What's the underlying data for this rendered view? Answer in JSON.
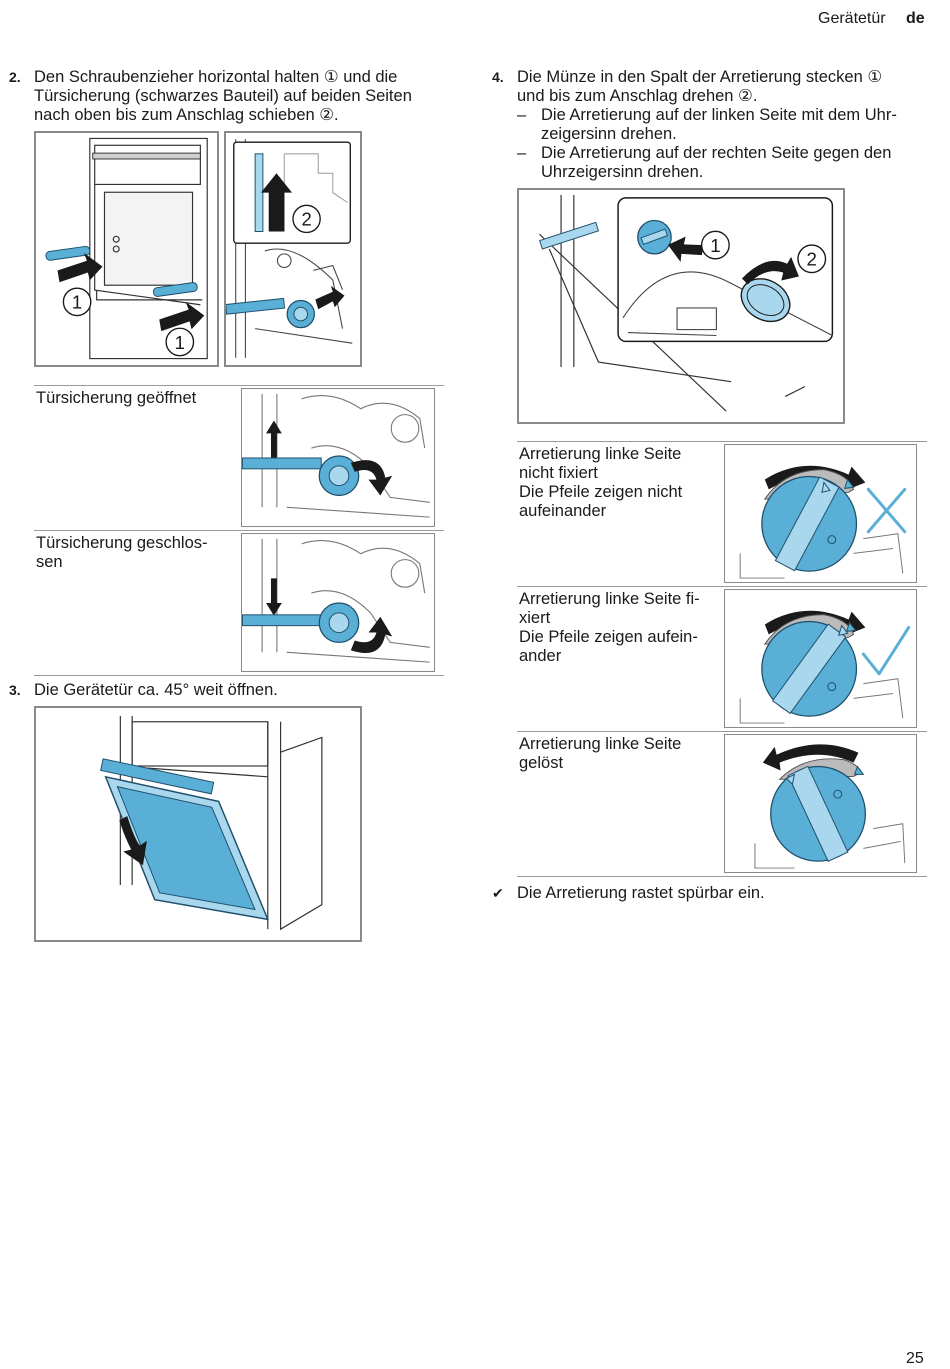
{
  "header": {
    "section": "Gerätetür",
    "lang": "de"
  },
  "step2": {
    "number": "2.",
    "lines": [
      "Den Schraubenzieher horizontal halten ① und die",
      "Türsicherung (schwarzes Bauteil) auf beiden Seiten",
      "nach oben bis zum Anschlag schieben ②."
    ],
    "callouts": [
      "1",
      "1",
      "2"
    ]
  },
  "lock_table": [
    {
      "label": [
        "Türsicherung geöffnet"
      ]
    },
    {
      "label": [
        "Türsicherung geschlos-",
        "sen"
      ]
    }
  ],
  "step3": {
    "number": "3.",
    "text": "Die Gerätetür ca. 45° weit öffnen."
  },
  "step4": {
    "number": "4.",
    "lines": [
      "Die Münze in den Spalt der Arretierung stecken ①",
      "und bis zum Anschlag drehen ②."
    ],
    "bullets": [
      {
        "dash": "–",
        "lines": [
          "Die Arretierung auf der linken Seite mit dem Uhr-",
          "zeigersinn drehen."
        ]
      },
      {
        "dash": "–",
        "lines": [
          "Die Arretierung auf der rechten Seite gegen den",
          "Uhrzeigersinn drehen."
        ]
      }
    ],
    "callouts": [
      "1",
      "2"
    ]
  },
  "latch_table": [
    {
      "label": [
        "Arretierung linke Seite",
        "nicht fixiert",
        "Die Pfeile zeigen nicht",
        "aufeinander"
      ],
      "mark": "cross-icon"
    },
    {
      "label": [
        "Arretierung linke Seite fi-",
        "xiert",
        "Die Pfeile zeigen aufein-",
        "ander"
      ],
      "mark": "check-icon"
    },
    {
      "label": [
        "Arretierung linke Seite",
        "gelöst"
      ],
      "mark": ""
    }
  ],
  "result": {
    "symbol": "✔",
    "text": "Die Arretierung rastet spürbar ein."
  },
  "footer": {
    "page": "25"
  },
  "colors": {
    "accent_blue": "#5aafd6",
    "light_blue": "#a9d7ee",
    "frame_gray": "#8a8a8a",
    "ink": "#1a1a1a"
  }
}
